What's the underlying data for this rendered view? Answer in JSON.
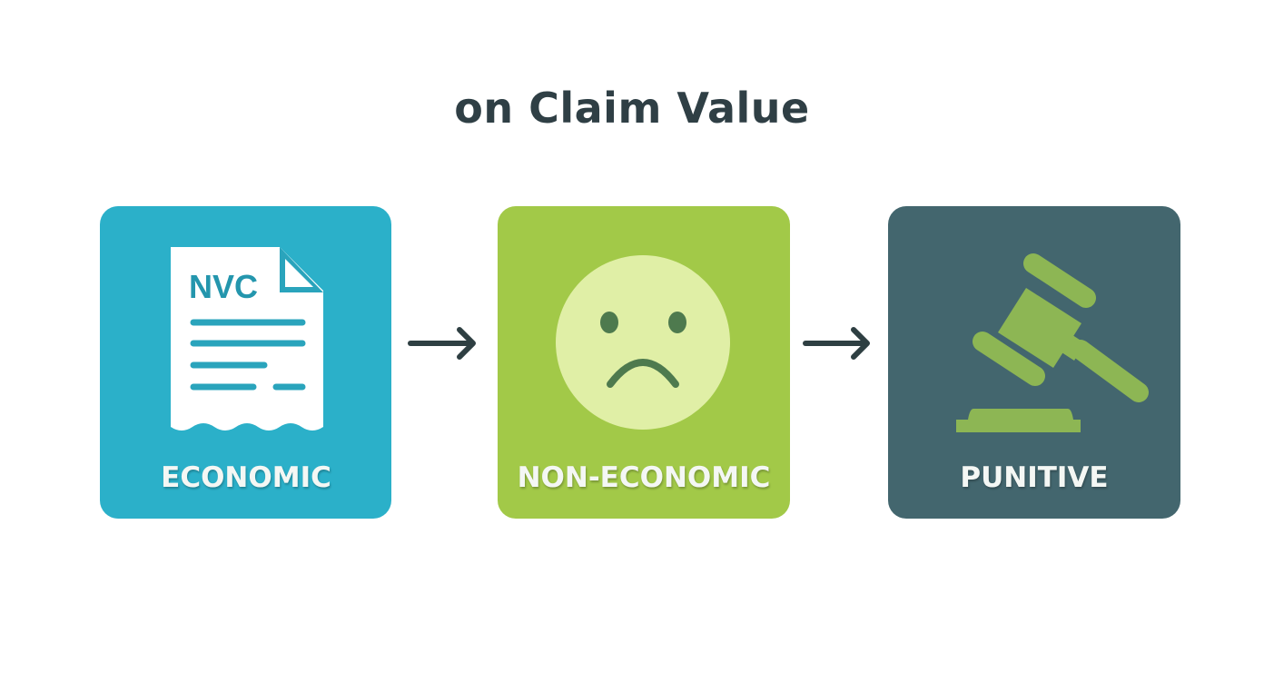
{
  "title": "on Claim Value",
  "cards": [
    {
      "label": "ECONOMIC",
      "icon": "receipt-document-icon",
      "icon_text": "NVC",
      "color": "#2bb0c9"
    },
    {
      "label": "NON-ECONOMIC",
      "icon": "sad-face-icon",
      "color": "#a2c948"
    },
    {
      "label": "PUNITIVE",
      "icon": "gavel-icon",
      "color": "#43666e"
    }
  ],
  "arrows": [
    "arrow-right-icon",
    "arrow-right-icon"
  ],
  "colors": {
    "text": "#2f3f45",
    "gavel": "#8db654",
    "face": "#e0efa6"
  }
}
